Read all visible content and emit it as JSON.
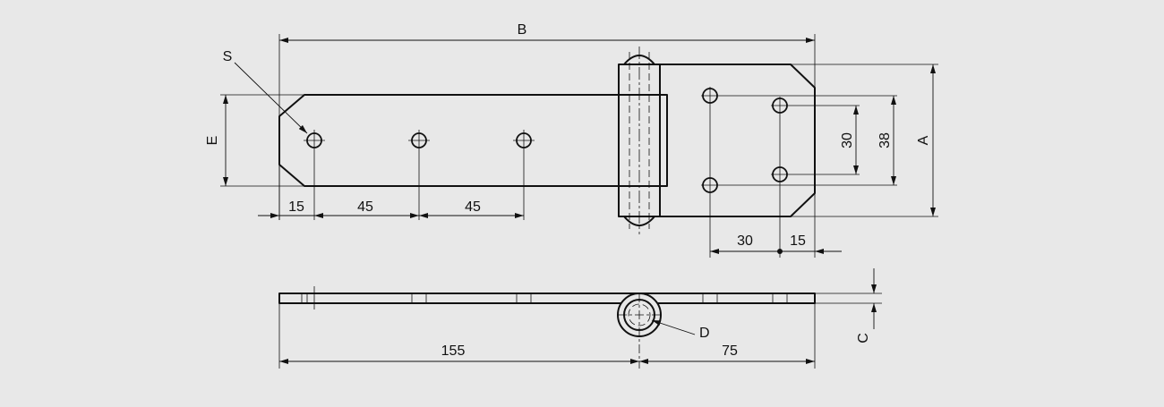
{
  "labels": {
    "B": "B",
    "S": "S",
    "E": "E",
    "A": "A",
    "C": "C",
    "D": "D"
  },
  "dimensions": {
    "left_offset": "15",
    "hole_pitch_1": "45",
    "hole_pitch_2": "45",
    "right_hole_spacing": "30",
    "right_edge_offset": "15",
    "inner_vertical": "30",
    "outer_vertical": "38",
    "long_leaf_length": "155",
    "short_leaf_length": "75"
  }
}
